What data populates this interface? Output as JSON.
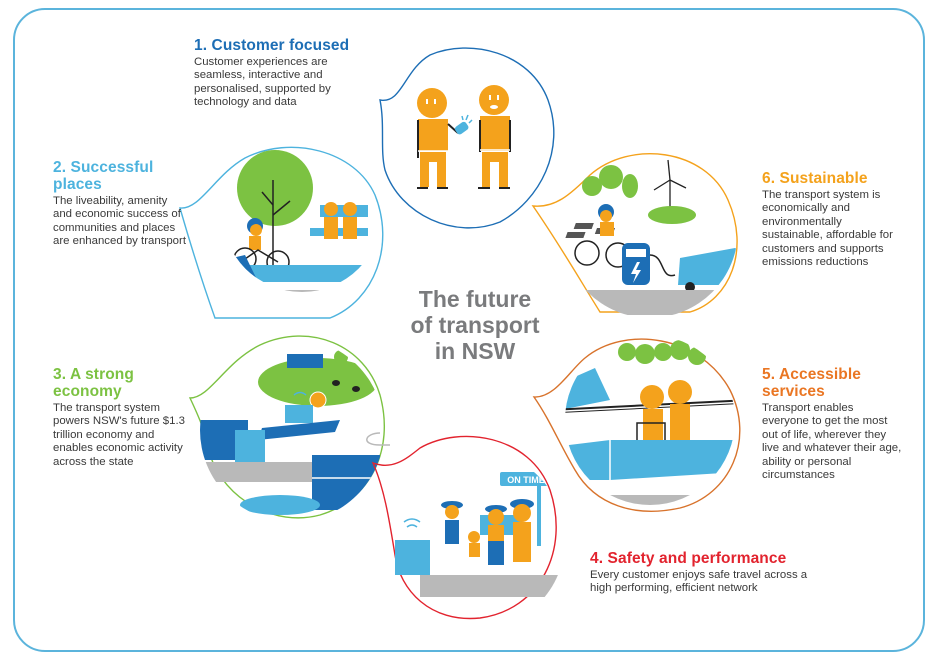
{
  "title": {
    "lines": [
      "The future",
      "of transport",
      "in NSW"
    ]
  },
  "outcomes": [
    {
      "number": "1",
      "heading": "1. Customer focused",
      "body": "Customer experiences are seamless, interactive and personalised, supported by technology and data",
      "color": "#1d6eb5",
      "illustration": "two-people-sharing-phone"
    },
    {
      "number": "2",
      "heading": "2. Successful places",
      "body": "The liveability, amenity and economic success of communities and places are enhanced by transport",
      "color": "#4db3de",
      "illustration": "cyclist-tree-bench"
    },
    {
      "number": "3",
      "heading": "3. A strong economy",
      "body": "The transport system powers NSW's future $1.3 trillion economy and enables economic activity across the state",
      "color": "#7cc242",
      "illustration": "remote-worker-truck-farm"
    },
    {
      "number": "4",
      "heading": "4. Safety and performance",
      "body": "Every customer enjoys safe travel across a high performing, efficient network",
      "color": "#e2232e",
      "illustration": "family-at-bus-stop",
      "sign_text": "ON TIME"
    },
    {
      "number": "5",
      "heading": "5. Accessible services",
      "body": "Transport enables everyone to get the most out of life, wherever they live and whatever their age, ability or personal circumstances",
      "color": "#ea7623",
      "illustration": "accessible-platform"
    },
    {
      "number": "6",
      "heading": "6. Sustainable",
      "body": "The transport system is economically and environmentally sustainable, affordable for customers and supports emissions reductions",
      "color": "#f4a21c",
      "illustration": "ev-charging-wind-solar"
    }
  ],
  "colors": {
    "frame": "#5bb4dc",
    "figure_orange": "#f4a21c",
    "vehicle_blue": "#1d6eb5",
    "vehicle_light_blue": "#4db3de",
    "green": "#7cc242",
    "road_grey": "#b9b9b9",
    "title_grey": "#7a7b7d"
  }
}
